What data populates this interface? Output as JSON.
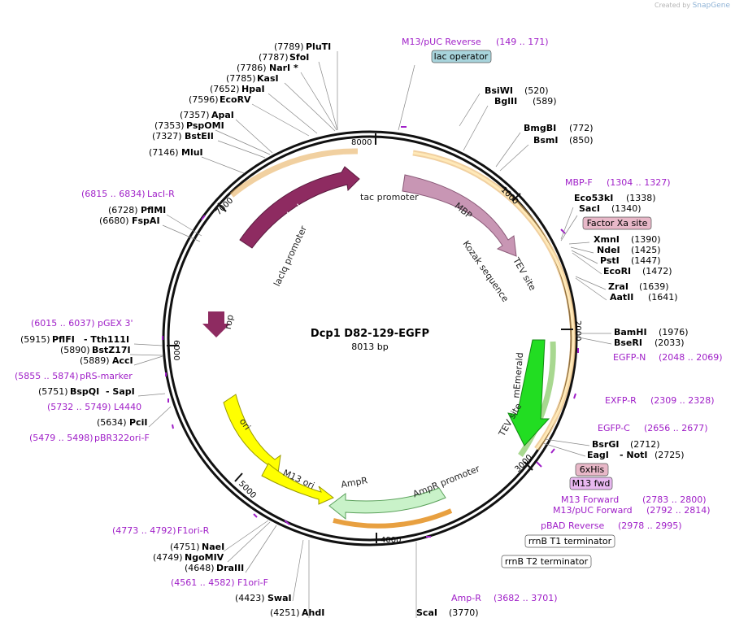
{
  "brand": {
    "created_by": "Created by",
    "app": "SnapGene"
  },
  "plasmid": {
    "name": "Dcp1 D82-129-EGFP",
    "length_label": "8013 bp"
  },
  "ruler": [
    "8000",
    "1000",
    "2000",
    "3000",
    "4000",
    "5000",
    "6000",
    "7000"
  ],
  "colors": {
    "primer": "#a020c8",
    "lacI": "#8e2b61",
    "MBP": "#c896b4",
    "mEmerald": "#22dd22",
    "AmpR": "#c9f2c9",
    "ori": "#ffff00"
  },
  "enzymes_right": [
    {
      "name": "BsiWI",
      "pos": "(520)"
    },
    {
      "name": "BglII",
      "pos": "(589)"
    },
    {
      "name": "BmgBI",
      "pos": "(772)"
    },
    {
      "name": "BsmI",
      "pos": "(850)"
    },
    {
      "name": "Eco53kI",
      "pos": "(1338)"
    },
    {
      "name": "SacI",
      "pos": "(1340)"
    },
    {
      "name": "XmnI",
      "pos": "(1390)"
    },
    {
      "name": "NdeI",
      "pos": "(1425)"
    },
    {
      "name": "PstI",
      "pos": "(1447)"
    },
    {
      "name": "EcoRI",
      "pos": "(1472)"
    },
    {
      "name": "ZraI",
      "pos": "(1639)"
    },
    {
      "name": "AatII",
      "pos": "(1641)"
    },
    {
      "name": "BamHI",
      "pos": "(1976)"
    },
    {
      "name": "BseRI",
      "pos": "(2033)"
    },
    {
      "name": "BsrGI",
      "pos": "(2712)"
    },
    {
      "name": "EagI",
      "pos": "- NotI",
      "extra": "(2725)"
    }
  ],
  "enzymes_left": [
    {
      "name": "PluTI",
      "pos": "(7789)"
    },
    {
      "name": "SfoI",
      "pos": "(7787)"
    },
    {
      "name": "NarI *",
      "pos": "(7786)"
    },
    {
      "name": "KasI",
      "pos": "(7785)"
    },
    {
      "name": "HpaI",
      "pos": "(7652)"
    },
    {
      "name": "EcoRV",
      "pos": "(7596)"
    },
    {
      "name": "ApaI",
      "pos": "(7357)"
    },
    {
      "name": "PspOMI",
      "pos": "(7353)"
    },
    {
      "name": "BstEII",
      "pos": "(7327)"
    },
    {
      "name": "MluI",
      "pos": "(7146)"
    },
    {
      "name": "PflMI",
      "pos": "(6728)"
    },
    {
      "name": "FspAI",
      "pos": "(6680)"
    },
    {
      "name": "PflFI",
      "pos": "(5915)",
      "extra": "- Tth111I"
    },
    {
      "name": "BstZ17I",
      "pos": "(5890)"
    },
    {
      "name": "AccI",
      "pos": "(5889)"
    },
    {
      "name": "BspQI",
      "pos": "(5751)",
      "extra": "- SapI"
    },
    {
      "name": "PciI",
      "pos": "(5634)"
    },
    {
      "name": "NaeI",
      "pos": "(4751)"
    },
    {
      "name": "NgoMIV",
      "pos": "(4749)"
    },
    {
      "name": "DraIII",
      "pos": "(4648)"
    },
    {
      "name": "SwaI",
      "pos": "(4423)"
    },
    {
      "name": "AhdI",
      "pos": "(4251)"
    },
    {
      "name": "ScaI",
      "pos": "(3770)"
    }
  ],
  "primers": [
    {
      "name": "M13/pUC Reverse",
      "range": "(149 .. 171)"
    },
    {
      "name": "MBP-F",
      "range": "(1304 .. 1327)"
    },
    {
      "name": "EGFP-N",
      "range": "(2048 .. 2069)"
    },
    {
      "name": "EXFP-R",
      "range": "(2309 .. 2328)"
    },
    {
      "name": "EGFP-C",
      "range": "(2656 .. 2677)"
    },
    {
      "name": "M13 Forward",
      "range": "(2783 .. 2800)"
    },
    {
      "name": "M13/pUC Forward",
      "range": "(2792 .. 2814)"
    },
    {
      "name": "pBAD Reverse",
      "range": "(2978 .. 2995)"
    },
    {
      "name": "Amp-R",
      "range": "(3682 .. 3701)"
    },
    {
      "name": "LacI-R",
      "range": "(6815 .. 6834)"
    },
    {
      "name": "pGEX 3'",
      "range": "(6015 .. 6037)"
    },
    {
      "name": "pRS-marker",
      "range": "(5855 .. 5874)"
    },
    {
      "name": "L4440",
      "range": "(5732 .. 5749)"
    },
    {
      "name": "pBR322ori-F",
      "range": "(5479 .. 5498)"
    },
    {
      "name": "F1ori-R",
      "range": "(4773 .. 4792)"
    },
    {
      "name": "F1ori-F",
      "range": "(4561 .. 4582)"
    }
  ],
  "boxed_labels": [
    "lac operator",
    "Factor Xa site",
    "6xHis",
    "M13 fwd",
    "rrnB T1 terminator",
    "rrnB T2 terminator"
  ],
  "features": [
    "lacI",
    "MBP",
    "mEmerald",
    "AmpR",
    "ori",
    "M13 ori",
    "rop",
    "tac promoter",
    "lacIq promoter",
    "Kozak sequence",
    "TEV site",
    "TEV site",
    "AmpR promoter"
  ]
}
